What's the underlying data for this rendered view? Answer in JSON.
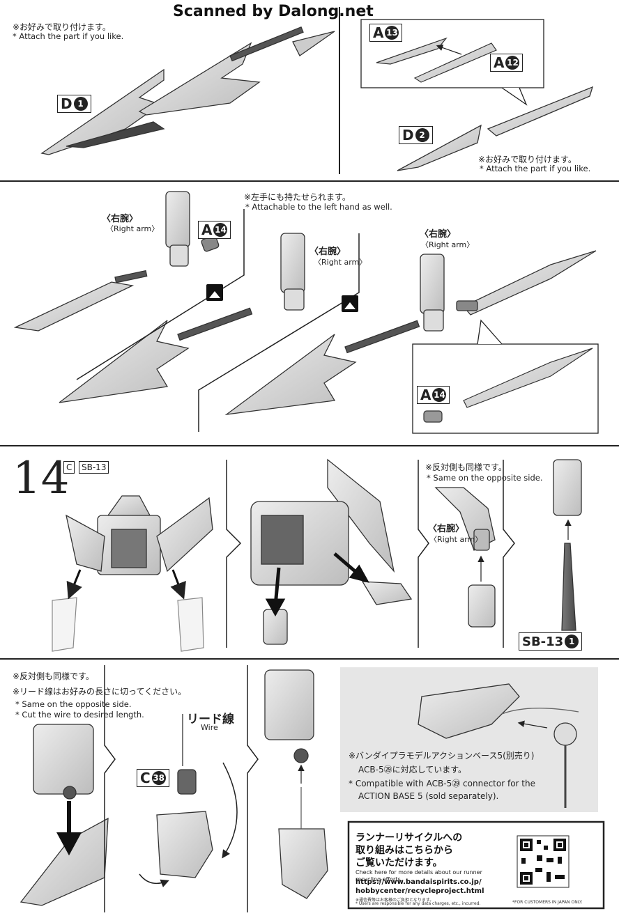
{
  "header": {
    "title": "Scanned by Dalong.net"
  },
  "section1": {
    "left_note_jp": "※お好みで取り付けます。",
    "left_note_en": "* Attach the part if you like.",
    "tag_d1": {
      "letter": "D",
      "num": "1"
    },
    "tag_a13": {
      "letter": "A",
      "num": "13"
    },
    "tag_a12": {
      "letter": "A",
      "num": "12"
    },
    "tag_d2": {
      "letter": "D",
      "num": "2"
    },
    "right_note_jp": "※お好みで取り付けます。",
    "right_note_en": "* Attach the part if you like."
  },
  "section2": {
    "note_jp": "※左手にも持たせられます。",
    "note_en": "* Attachable to the left hand as well.",
    "right_arm_jp": "〈右腕〉",
    "right_arm_en": "〈Right arm〉",
    "tag_a14": {
      "letter": "A",
      "num": "14"
    },
    "tag_a14b": {
      "letter": "A",
      "num": "14"
    }
  },
  "section3": {
    "step_number": "14",
    "runner_c": "C",
    "runner_sb": "SB-13",
    "note_jp": "※反対側も同様です。",
    "note_en": "* Same on the opposite side.",
    "right_arm_jp": "〈右腕〉",
    "right_arm_en": "〈Right arm〉",
    "tag_sb13": {
      "letter": "SB-13",
      "num": "1"
    }
  },
  "section4": {
    "note1_jp": "※反対側も同様です。",
    "note2_jp": "※リード線はお好みの長さに切ってください。",
    "note1_en": "* Same on the opposite side.",
    "note2_en": "* Cut the wire to desired length.",
    "wire_jp": "リード線",
    "wire_en": "Wire",
    "tag_c38": {
      "letter": "C",
      "num": "38"
    },
    "action_base_jp1": "※バンダイプラモデルアクションベース5(別売り)",
    "action_base_jp2": "ACB-5㉙に対応しています。",
    "action_base_en1": "* Compatible with ACB-5㉙ connector for the",
    "action_base_en2": "ACTION BASE 5 (sold separately).",
    "recycle_jp1": "ランナーリサイクルへの",
    "recycle_jp2": "取り組みはこちらから",
    "recycle_jp3": "ご覧いただけます。",
    "recycle_en": "Check here for more details about our runner recycling efforts.",
    "recycle_url1": "https://www.bandaispirits.co.jp/",
    "recycle_url2": "hobbycenter/recycleproject.html",
    "recycle_small_jp": "※通信費等はお客様のご負担となります。",
    "recycle_small_en": "* Users are responsible for any data charges, etc., incurred.",
    "customers_note": "*FOR CUSTOMERS IN JAPAN ONLY."
  }
}
